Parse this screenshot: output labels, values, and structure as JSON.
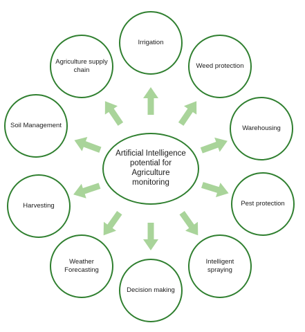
{
  "diagram": {
    "center": "Artificial Intelligence potential for Agriculture monitoring",
    "nodes": [
      {
        "id": "irrigation",
        "label": "Irrigation"
      },
      {
        "id": "weed-protection",
        "label": "Weed protection"
      },
      {
        "id": "warehousing",
        "label": "Warehousing"
      },
      {
        "id": "pest-protection",
        "label": "Pest protection"
      },
      {
        "id": "intelligent-spraying",
        "label": "Intelligent spraying"
      },
      {
        "id": "decision-making",
        "label": "Decision making"
      },
      {
        "id": "weather-forecasting",
        "label": "Weather Forecasting"
      },
      {
        "id": "harvesting",
        "label": "Harvesting"
      },
      {
        "id": "soil-management",
        "label": "Soil Management"
      },
      {
        "id": "agriculture-supply-chain",
        "label": "Agriculture supply chain"
      }
    ],
    "colors": {
      "circle_border": "#2f7f2f",
      "arrow_fill": "#a9d49a"
    }
  }
}
